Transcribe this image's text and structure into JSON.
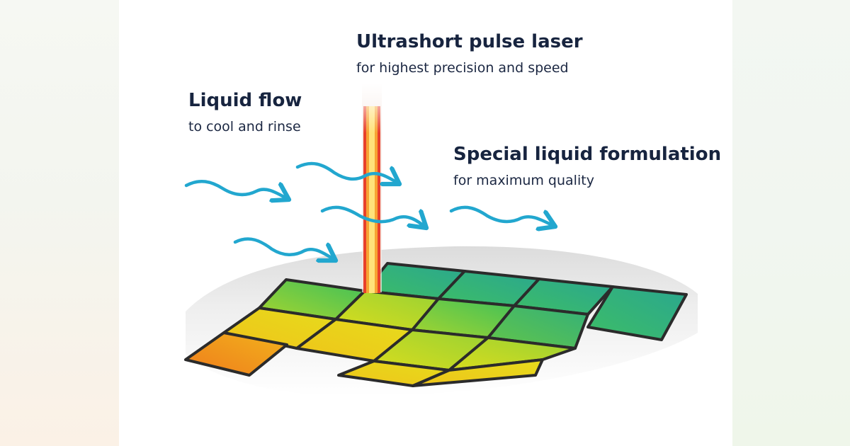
{
  "laser": {
    "title": "Ultrashort pulse laser",
    "subtitle": "for highest precision and speed"
  },
  "liquid_flow": {
    "title": "Liquid flow",
    "subtitle": "to cool and rinse"
  },
  "formulation": {
    "title": "Special liquid formulation",
    "subtitle": "for maximum quality"
  },
  "colors": {
    "text": "#17243f",
    "arrow": "#22a7cf",
    "laser_core": "#ffe27a",
    "laser_outer": "#e8402a",
    "tile_hot": "#f08a1e",
    "tile_mid": "#ecd51a",
    "tile_cool": "#2fb68c",
    "tile_border": "#2b2b2b",
    "wafer": "#e6e6e6"
  }
}
